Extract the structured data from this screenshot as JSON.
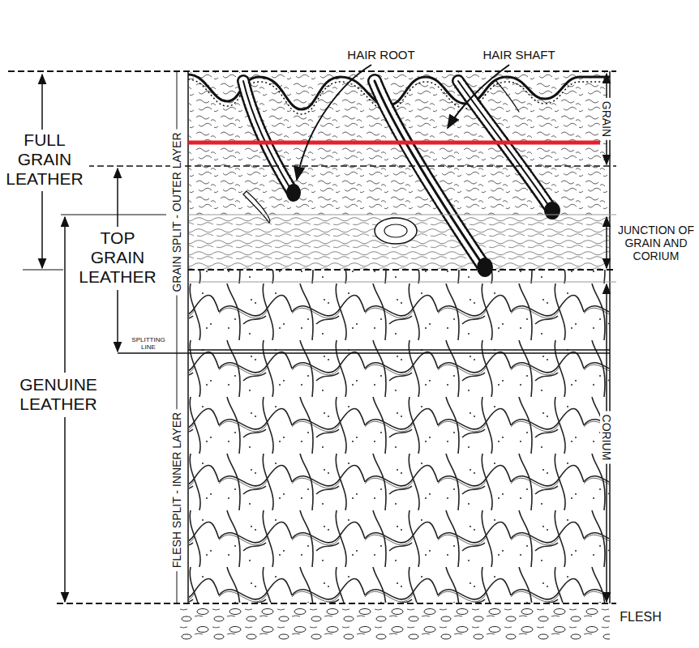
{
  "diagram": {
    "labels": [
      "FULL GRAIN LEATHER",
      "TOP GRAIN LEATHER",
      "GENUINE LEATHER",
      "GRAIN SPLIT - OUTER LAYER",
      "SPLITTING LINE",
      "FLESH SPLIT - INNER LAYER",
      "HAIR ROOT",
      "HAIR SHAFT",
      "GRAIN",
      "JUNCTION OF GRAIN AND CORIUM",
      "CORIUM",
      "FLESH"
    ]
  }
}
